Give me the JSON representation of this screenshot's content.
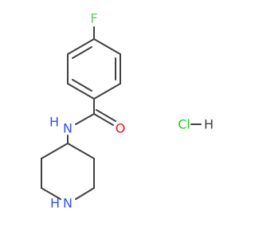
{
  "molecule": {
    "atoms": {
      "fluorine": "F",
      "amide_nitrogen": "N",
      "amide_hydrogen": "H",
      "carbonyl_oxygen": "O",
      "ring_nitrogen": "N",
      "ring_hydrogen": "H"
    },
    "salt": {
      "chlorine": "Cl",
      "hydrogen": "H"
    }
  },
  "colors": {
    "bond": "#404040",
    "fluorine": "#66cc66",
    "nitrogen": "#3050f8",
    "oxygen": "#ff0d0d",
    "chlorine": "#1fd01f",
    "hydrogen": "#404040"
  }
}
